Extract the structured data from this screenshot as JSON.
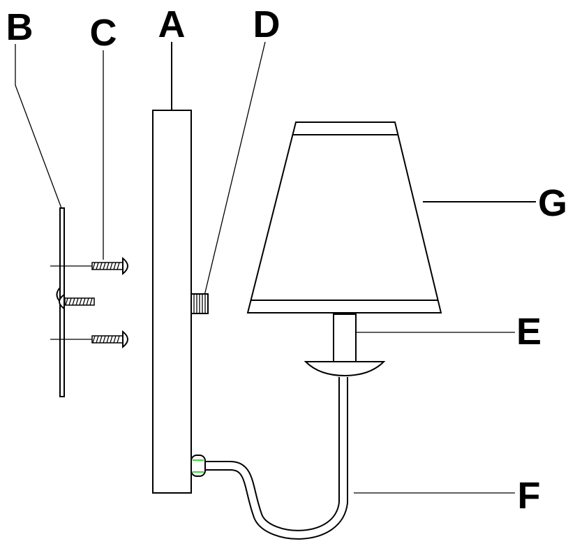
{
  "labels": {
    "a": "A",
    "b": "B",
    "c": "C",
    "d": "D",
    "e": "E",
    "f": "F",
    "g": "G"
  },
  "colors": {
    "line": "#000000",
    "background": "#ffffff",
    "accent_green": "#3ad43a"
  }
}
